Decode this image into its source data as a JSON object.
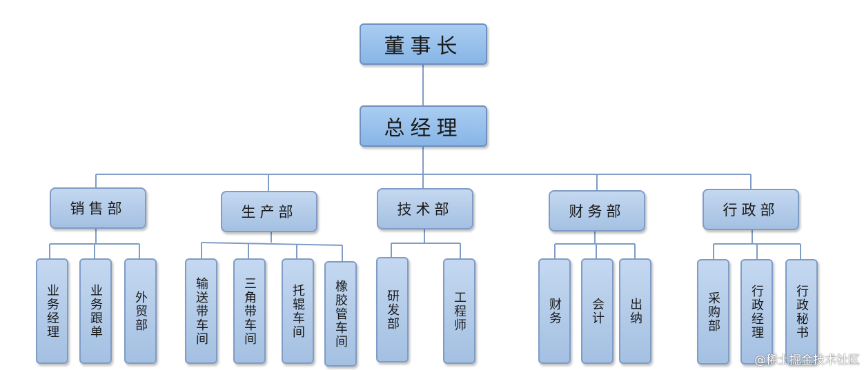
{
  "org": {
    "chairman": "董事长",
    "gm": "总经理",
    "departments": [
      {
        "name": "销售部",
        "children": [
          "业务经理",
          "业务跟单",
          "外贸部"
        ]
      },
      {
        "name": "生产部",
        "children": [
          "输送带车间",
          "三角带车间",
          "托辊车间",
          "橡胶管车间"
        ]
      },
      {
        "name": "技术部",
        "children": [
          "研发部",
          "工程师"
        ]
      },
      {
        "name": "财务部",
        "children": [
          "财务",
          "会计",
          "出纳"
        ]
      },
      {
        "name": "行政部",
        "children": [
          "采购部",
          "行政经理",
          "行政秘书"
        ]
      }
    ]
  },
  "watermark": "@稀土掘金技术社区",
  "colors": {
    "line": "#7f9cc6",
    "box_fill": "#b3cbe9",
    "box_border": "#7f9cc6"
  }
}
